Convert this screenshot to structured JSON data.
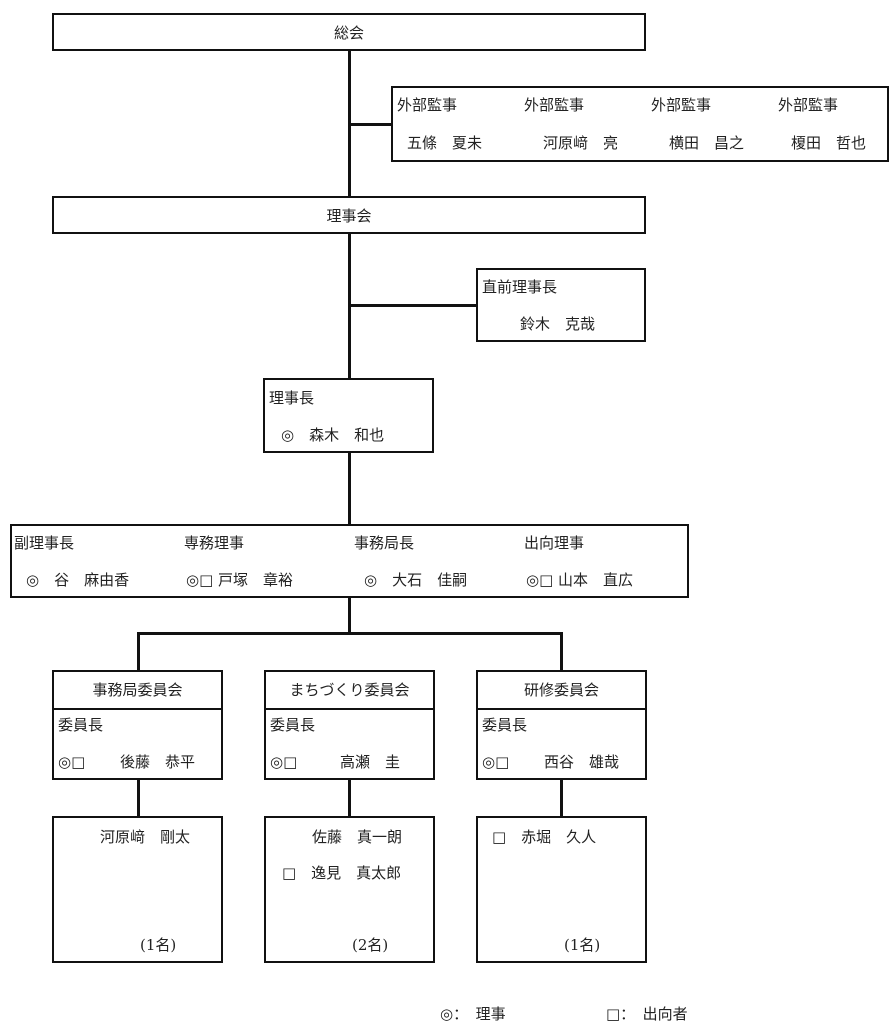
{
  "soukai": "総会",
  "auditors": [
    {
      "title": "外部監事",
      "name": "五條　夏未"
    },
    {
      "title": "外部監事",
      "name": "河原﨑　亮"
    },
    {
      "title": "外部監事",
      "name": "横田　昌之"
    },
    {
      "title": "外部監事",
      "name": "榎田　哲也"
    }
  ],
  "rijikai": "理事会",
  "former_chair": {
    "title": "直前理事長",
    "name": "鈴木　克哉"
  },
  "chair": {
    "title": "理事長",
    "name": "◎　森木　和也"
  },
  "officers": [
    {
      "title": "副理事長",
      "name": "◎　谷　麻由香"
    },
    {
      "title": "専務理事",
      "name": "◎□ 戸塚　章裕"
    },
    {
      "title": "事務局長",
      "name": "◎　大石　佳嗣"
    },
    {
      "title": "出向理事",
      "name": "◎□ 山本　直広"
    }
  ],
  "committees": [
    {
      "name": "事務局委員会",
      "chair_label": "委員長",
      "chair_mark": "◎□",
      "chair_name": "後藤　恭平",
      "members": [
        "河原﨑　剛太"
      ],
      "count": "(1名)"
    },
    {
      "name": "まちづくり委員会",
      "chair_label": "委員長",
      "chair_mark": "◎□",
      "chair_name": "高瀬　圭",
      "members": [
        "佐藤　真一朗",
        "□　逸見　真太郎"
      ],
      "count": "(2名)"
    },
    {
      "name": "研修委員会",
      "chair_label": "委員長",
      "chair_mark": "◎□",
      "chair_name": "西谷　雄哉",
      "members": [
        "□　赤堀　久人"
      ],
      "count": "(1名)"
    }
  ],
  "legend": {
    "director": "◎：　理事",
    "seconded": "□：　出向者"
  }
}
